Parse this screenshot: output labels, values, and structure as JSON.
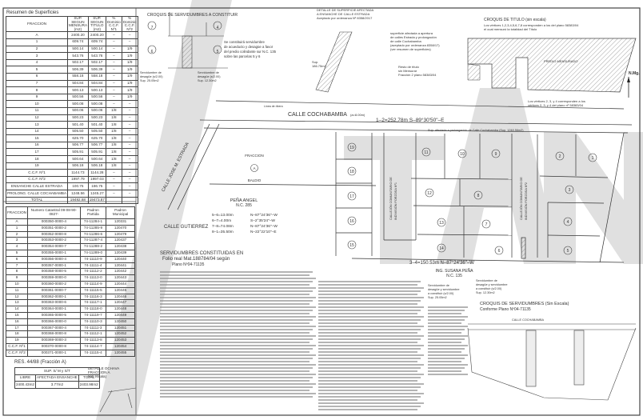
{
  "surfaces": {
    "title": "Resumen de Superficies",
    "headers": [
      "FRACCION",
      "SUP. SEGUN MENSURA (m2)",
      "SUP. SEGUN TITULO (m2)",
      "% Dominio C.C.F. Nº1",
      "% Dominio C.C.F. Nº2"
    ],
    "rows": [
      [
        "A",
        "2400.20",
        "2400.20",
        "–",
        "–"
      ],
      [
        "1",
        "609.74",
        "609.74",
        "–",
        "–"
      ],
      [
        "2",
        "500.14",
        "500.14",
        "–",
        "1/9"
      ],
      [
        "3",
        "543.76",
        "543.76",
        "–",
        "1/9"
      ],
      [
        "4",
        "502.17",
        "502.17",
        "–",
        "1/9"
      ],
      [
        "5",
        "506.39",
        "506.39",
        "–",
        "1/9"
      ],
      [
        "6",
        "558.18",
        "558.18",
        "–",
        "1/9"
      ],
      [
        "7",
        "504.84",
        "504.84",
        "–",
        "1/9"
      ],
      [
        "8",
        "500.13",
        "500.13",
        "–",
        "1/9"
      ],
      [
        "9",
        "500.56",
        "500.56",
        "–",
        "1/9"
      ],
      [
        "10",
        "500.08",
        "500.08",
        "–",
        "–"
      ],
      [
        "11",
        "500.06",
        "500.06",
        "1/8",
        "–"
      ],
      [
        "12",
        "500.23",
        "500.23",
        "1/8",
        "–"
      ],
      [
        "13",
        "501.40",
        "501.40",
        "1/8",
        "–"
      ],
      [
        "14",
        "505.50",
        "505.50",
        "1/8",
        "–"
      ],
      [
        "15",
        "625.70",
        "625.70",
        "1/8",
        "–"
      ],
      [
        "16",
        "506.77",
        "506.77",
        "1/8",
        "–"
      ],
      [
        "17",
        "505.91",
        "505.91",
        "1/8",
        "–"
      ],
      [
        "18",
        "500.64",
        "500.64",
        "1/8",
        "–"
      ],
      [
        "19",
        "506.18",
        "506.18",
        "1/8",
        "–"
      ],
      [
        "C.C.F. Nº1",
        "1144.73",
        "1144.28",
        "–",
        "–"
      ],
      [
        "C.C.F. Nº2",
        "1997.79",
        "1997.03",
        "–",
        "–"
      ],
      [
        "ENSANCHE CALLE ESTRADA",
        "100.75",
        "186.75",
        "–",
        "–"
      ],
      [
        "PROLONG. CALLE COCHABAMBA",
        "1248.56",
        "1245.27",
        "–",
        "–"
      ],
      [
        "TOTAL",
        "19492.68",
        "19473.87",
        "",
        ""
      ]
    ]
  },
  "cadastral": {
    "headers": [
      "FRACCION",
      "Numero Catastral 09-08-90-0827-",
      "Padron Partida",
      "Padron Municipal"
    ],
    "rows": [
      [
        "A",
        "000350-0000-4",
        "74-11284-1",
        "120331"
      ],
      [
        "1",
        "000351-0000-2",
        "74-11285-9",
        "120470"
      ],
      [
        "2",
        "000352-0000-8",
        "74-11286-6",
        "120479"
      ],
      [
        "3",
        "000353-0000-2",
        "74-11287-4",
        "120437"
      ],
      [
        "4",
        "000354-0000-7",
        "74-11288-2",
        "120438"
      ],
      [
        "5",
        "000355-0000-1",
        "74-11289-0",
        "120439"
      ],
      [
        "6",
        "000356-0000-4",
        "74-11110-9",
        "120440"
      ],
      [
        "7",
        "000357-0000-1",
        "74-11111-4",
        "120441"
      ],
      [
        "8",
        "000358-0000-5",
        "74-11112-2",
        "120442"
      ],
      [
        "9",
        "000359-0000-0",
        "74-11113-0",
        "120443"
      ],
      [
        "10",
        "000360-0000-2",
        "74-11114-9",
        "120444"
      ],
      [
        "11",
        "000361-0000-7",
        "74-11115-5",
        "120445"
      ],
      [
        "12",
        "000362-0000-1",
        "74-11116-3",
        "120446"
      ],
      [
        "13",
        "000363-0000-6",
        "74-11117-1",
        "120447"
      ],
      [
        "14",
        "000364-0000-1",
        "74-11118-0",
        "120448"
      ],
      [
        "15",
        "000365-0000-5",
        "74-11119-7",
        "120449"
      ],
      [
        "16",
        "000366-0000-0",
        "74-11110-3",
        "120450"
      ],
      [
        "17",
        "000367-0000-4",
        "74-11111-3",
        "120451"
      ],
      [
        "18",
        "000368-0000-8",
        "74-11112-1",
        "120452"
      ],
      [
        "19",
        "000369-0000-3",
        "74-11113-8",
        "120453"
      ],
      [
        "C.C.F. Nº1",
        "000370-0000-8",
        "74-11114-7",
        "120454"
      ],
      [
        "C.C.F. Nº2",
        "000371-0000-1",
        "74-11115-4",
        "120455"
      ]
    ]
  },
  "res": {
    "title": "RES. 44/88 (Fracción A)",
    "sup_header": "SUP. S/ M y S/T",
    "headers": [
      "LIBRE",
      "AFECTADA ENSANCHE",
      "TOTAL"
    ],
    "values": [
      "2400.43m2",
      "3.77m2",
      "2403.98m2"
    ],
    "detail": [
      "DETALLE OCHAVA",
      "FRACCION A",
      "(sin escala)"
    ]
  },
  "croquis_serv": {
    "title": "CROQUIS DE SERVIDUMBRES A CONSTITUIR",
    "note": [
      "Se constituirá servidumbre",
      "de acueducto y desagüe a favor",
      "del predio colindante sur N.C. 135",
      "sobre las parcelas 5 y 6"
    ],
    "left": [
      "Servidumbre de",
      "desagüe (s/2.00)",
      "Sup. 25.05m2"
    ],
    "right": [
      "Servidumbre de",
      "desagüe (s/2.00)",
      "Sup. 12.30m2"
    ]
  },
  "detalle": {
    "title": [
      "DETALLE DE SUPERFICIE AFECTADA",
      "A ENSANCHE DE CALLE ESTRADA",
      "Aceptado por ordenanza Nº 8358/2017"
    ],
    "sup": [
      "Sup.",
      "186.75m2"
    ],
    "right_note": [
      "superficie afectada a apertura",
      "de calles Estrada y prolongación",
      "de calle Cochabamba",
      "(aceptado por ordenanza 8358/17)",
      "(ver resumen de superficies)"
    ],
    "title_remnant": [
      "Resto de título",
      "sin Mensurar",
      "Fracción 2 plano 58383/04"
    ]
  },
  "croquis_titulo": {
    "title": "CROQUIS DE TITULO (sin escala)",
    "note": [
      "Los vértices 1,2,3,4,5,6,7,8 corresponden a los del plano 58383/04",
      "el cual mensuró la totalidad del Título"
    ],
    "hatched": "PREDIO MENSURADO",
    "vertices_note": [
      "Los vértices 2, 3, y 4 corresponden a los",
      "vértices 2, 3, y 4 del plano nº 58383/04"
    ],
    "north": "N.Mg."
  },
  "street": {
    "name": "CALLE COCHABAMBA",
    "width": "(a=8.00m)",
    "line_1_2": "1–2=252,78m  S–89°30'50\"–E",
    "line_3_4": "3–4=150.53m  N–87°24'36\"–W",
    "sup_note": "Sup. afectada a prolongación de Calle Cochabamba (Sup. 1248.56m2)",
    "linea_ribera": "Línea de ribera",
    "estrada": "CALLE JOSE M. ESTRADA",
    "gutierrez": "CALLE GUTIERREZ",
    "calleja1": [
      "CALLEJÓN COMUNITARIO DE",
      "INDIVISIÓN FORZOSA Nº1"
    ],
    "calleja2": [
      "CALLEJÓN COMUNITARIO DE",
      "INDIVISIÓN FORZOSA Nº2"
    ]
  },
  "fraccion_a": {
    "label": "FRACCION",
    "id": "A",
    "state": "BALDIO"
  },
  "neighbors": {
    "west": [
      "PEÑA ANGEL",
      "N.C. 285"
    ],
    "south": [
      "ING. SUSANA PEÑA",
      "N.C. 135"
    ]
  },
  "bearings": [
    [
      "5–6=13.00m",
      "N–87°24'36\"–W"
    ],
    [
      "6–7=4.00m",
      "S–2°35'24\"–W"
    ],
    [
      "7–8=74.08m",
      "N–87°24'36\"–W"
    ],
    [
      "8–1=35.50m",
      "N–22°22'10\"–E"
    ]
  ],
  "servidumbres": {
    "title": [
      "SERVIDUMBRES CONSTITUIDAS EN",
      "Folio real Mat.188784/04 según",
      "Plano Nº04-71135"
    ]
  },
  "lots": [
    "19",
    "18",
    "17",
    "16",
    "15",
    "11",
    "10",
    "9",
    "12",
    "13",
    "14",
    "8",
    "7",
    "6",
    "2",
    "1",
    "3",
    "4",
    "5"
  ],
  "sin_escala": {
    "title": "CROQUIS DE SERVIDUMBRES (Sin Escala)",
    "subtitle": "Conforme Plano Nº04-71135",
    "street": "CALLE COCHABAMBA"
  },
  "serv_labels": [
    [
      "Servidumbre de",
      "desagüe y servidumbre",
      "a constituir (s/2.00)",
      "Sup. 25.05m2"
    ],
    [
      "Servidumbre de",
      "desagüe y servidumbre",
      "a constituir (s/2.00)",
      "Sup. 12.30m2"
    ]
  ]
}
